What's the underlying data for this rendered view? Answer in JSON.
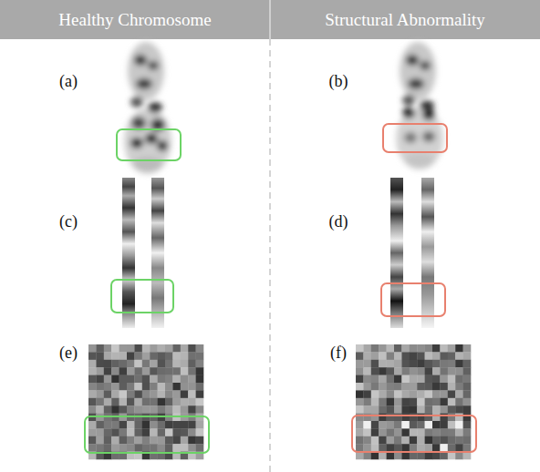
{
  "diagram": {
    "labels": [
      "Healthy Chromosome",
      "Structural Abnormality",
      "(a)",
      "(b)",
      "(c)",
      "(d)",
      "(e)",
      "(f)"
    ]
  }
}
